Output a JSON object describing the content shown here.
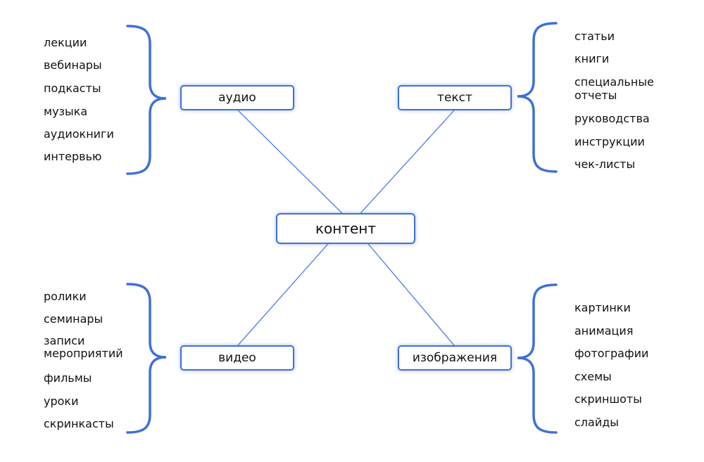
{
  "diagram": {
    "center": {
      "label": "контент"
    },
    "branches": [
      {
        "id": "audio",
        "label": "аудио",
        "items": [
          "лекции",
          "вебинары",
          "подкасты",
          "музыка",
          "аудиокниги",
          "интервью"
        ]
      },
      {
        "id": "text",
        "label": "текст",
        "items": [
          "статьи",
          "книги",
          "специальные отчеты",
          "руководства",
          "инструкции",
          "чек-листы"
        ]
      },
      {
        "id": "video",
        "label": "видео",
        "items": [
          "ролики",
          "семинары",
          "записи мероприятий",
          "фильмы",
          "уроки",
          "скринкасты"
        ]
      },
      {
        "id": "images",
        "label": "изображения",
        "items": [
          "картинки",
          "анимация",
          "фотографии",
          "схемы",
          "скриншоты",
          "слайды"
        ]
      }
    ],
    "colors": {
      "accent": "#3f6fd8",
      "line": "#5b84e0",
      "text": "#111111",
      "background": "#ffffff"
    }
  }
}
